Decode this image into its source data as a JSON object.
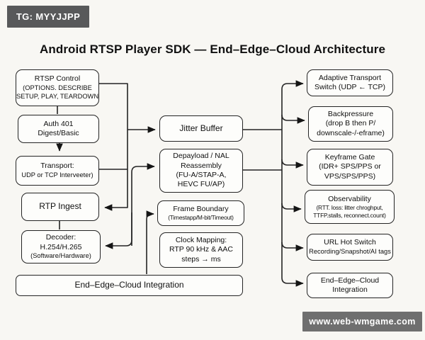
{
  "badges": {
    "tg": "TG: MYYJJPP",
    "watermark": "www.web-wmgame.com"
  },
  "title": "Android RTSP Player SDK — End–Edge–Cloud Architecture",
  "colors": {
    "background": "#f8f7f3",
    "node_fill": "#fdfdfb",
    "node_border": "#242424",
    "badge_dark": "#58595a",
    "watermark_gray": "#6f6f6f",
    "text": "#101010"
  },
  "nodes": {
    "rtsp_control": {
      "lines": [
        "RTSP Control",
        "(OPTIONS. DESCRIBE",
        "SETUP, PLAY, TEARDOWN"
      ]
    },
    "auth": {
      "lines": [
        "Auth 401",
        "Digest/Basic"
      ]
    },
    "transport": {
      "lines": [
        "Transport:",
        "UDP or TCP Interveeter)"
      ]
    },
    "rtp_ingest": {
      "lines": [
        "RTP Ingest"
      ]
    },
    "decoder": {
      "lines": [
        "Decoder:",
        "H.254/H.265",
        "(Software/Hardware)"
      ]
    },
    "integration_wide": {
      "lines": [
        "End–Edge–Cloud Integration"
      ]
    },
    "jitter_buffer": {
      "lines": [
        "Jitter Buffer"
      ]
    },
    "depayload": {
      "lines": [
        "Depayload / NAL",
        "Reassembly",
        "(FU-A/STAP-A,",
        "HEVC FU/AP)"
      ]
    },
    "frame_boundary": {
      "lines": [
        "Frame Boundary",
        "(Timestapp/M-bit/Timeout)"
      ]
    },
    "clock_mapping": {
      "lines": [
        "Clock Mapping:",
        "RTP 90 kHz & AAC",
        "steps → ms"
      ]
    },
    "adaptive_switch": {
      "lines": [
        "Adaptive Transport",
        "Switch (UDP ← TCP)"
      ]
    },
    "backpressure": {
      "lines": [
        "Backpressure",
        "(drop B then P/",
        "downscale-/-eframe)"
      ]
    },
    "keyframe_gate": {
      "lines": [
        "Keyframe Gate",
        "(IDR+ SPS/PPS or",
        "VPS/SPS/PPS)"
      ]
    },
    "observability": {
      "lines": [
        "Observability",
        "(RTT. loss: litter chroghput,",
        "TTFP.stalls, reconnect.count)"
      ]
    },
    "url_hot_switch": {
      "lines": [
        "URL Hot Switch",
        "Recording/Snapshot/AI tags"
      ]
    },
    "integration_right": {
      "lines": [
        "End–Edge–Cloud",
        "Integration"
      ]
    }
  }
}
